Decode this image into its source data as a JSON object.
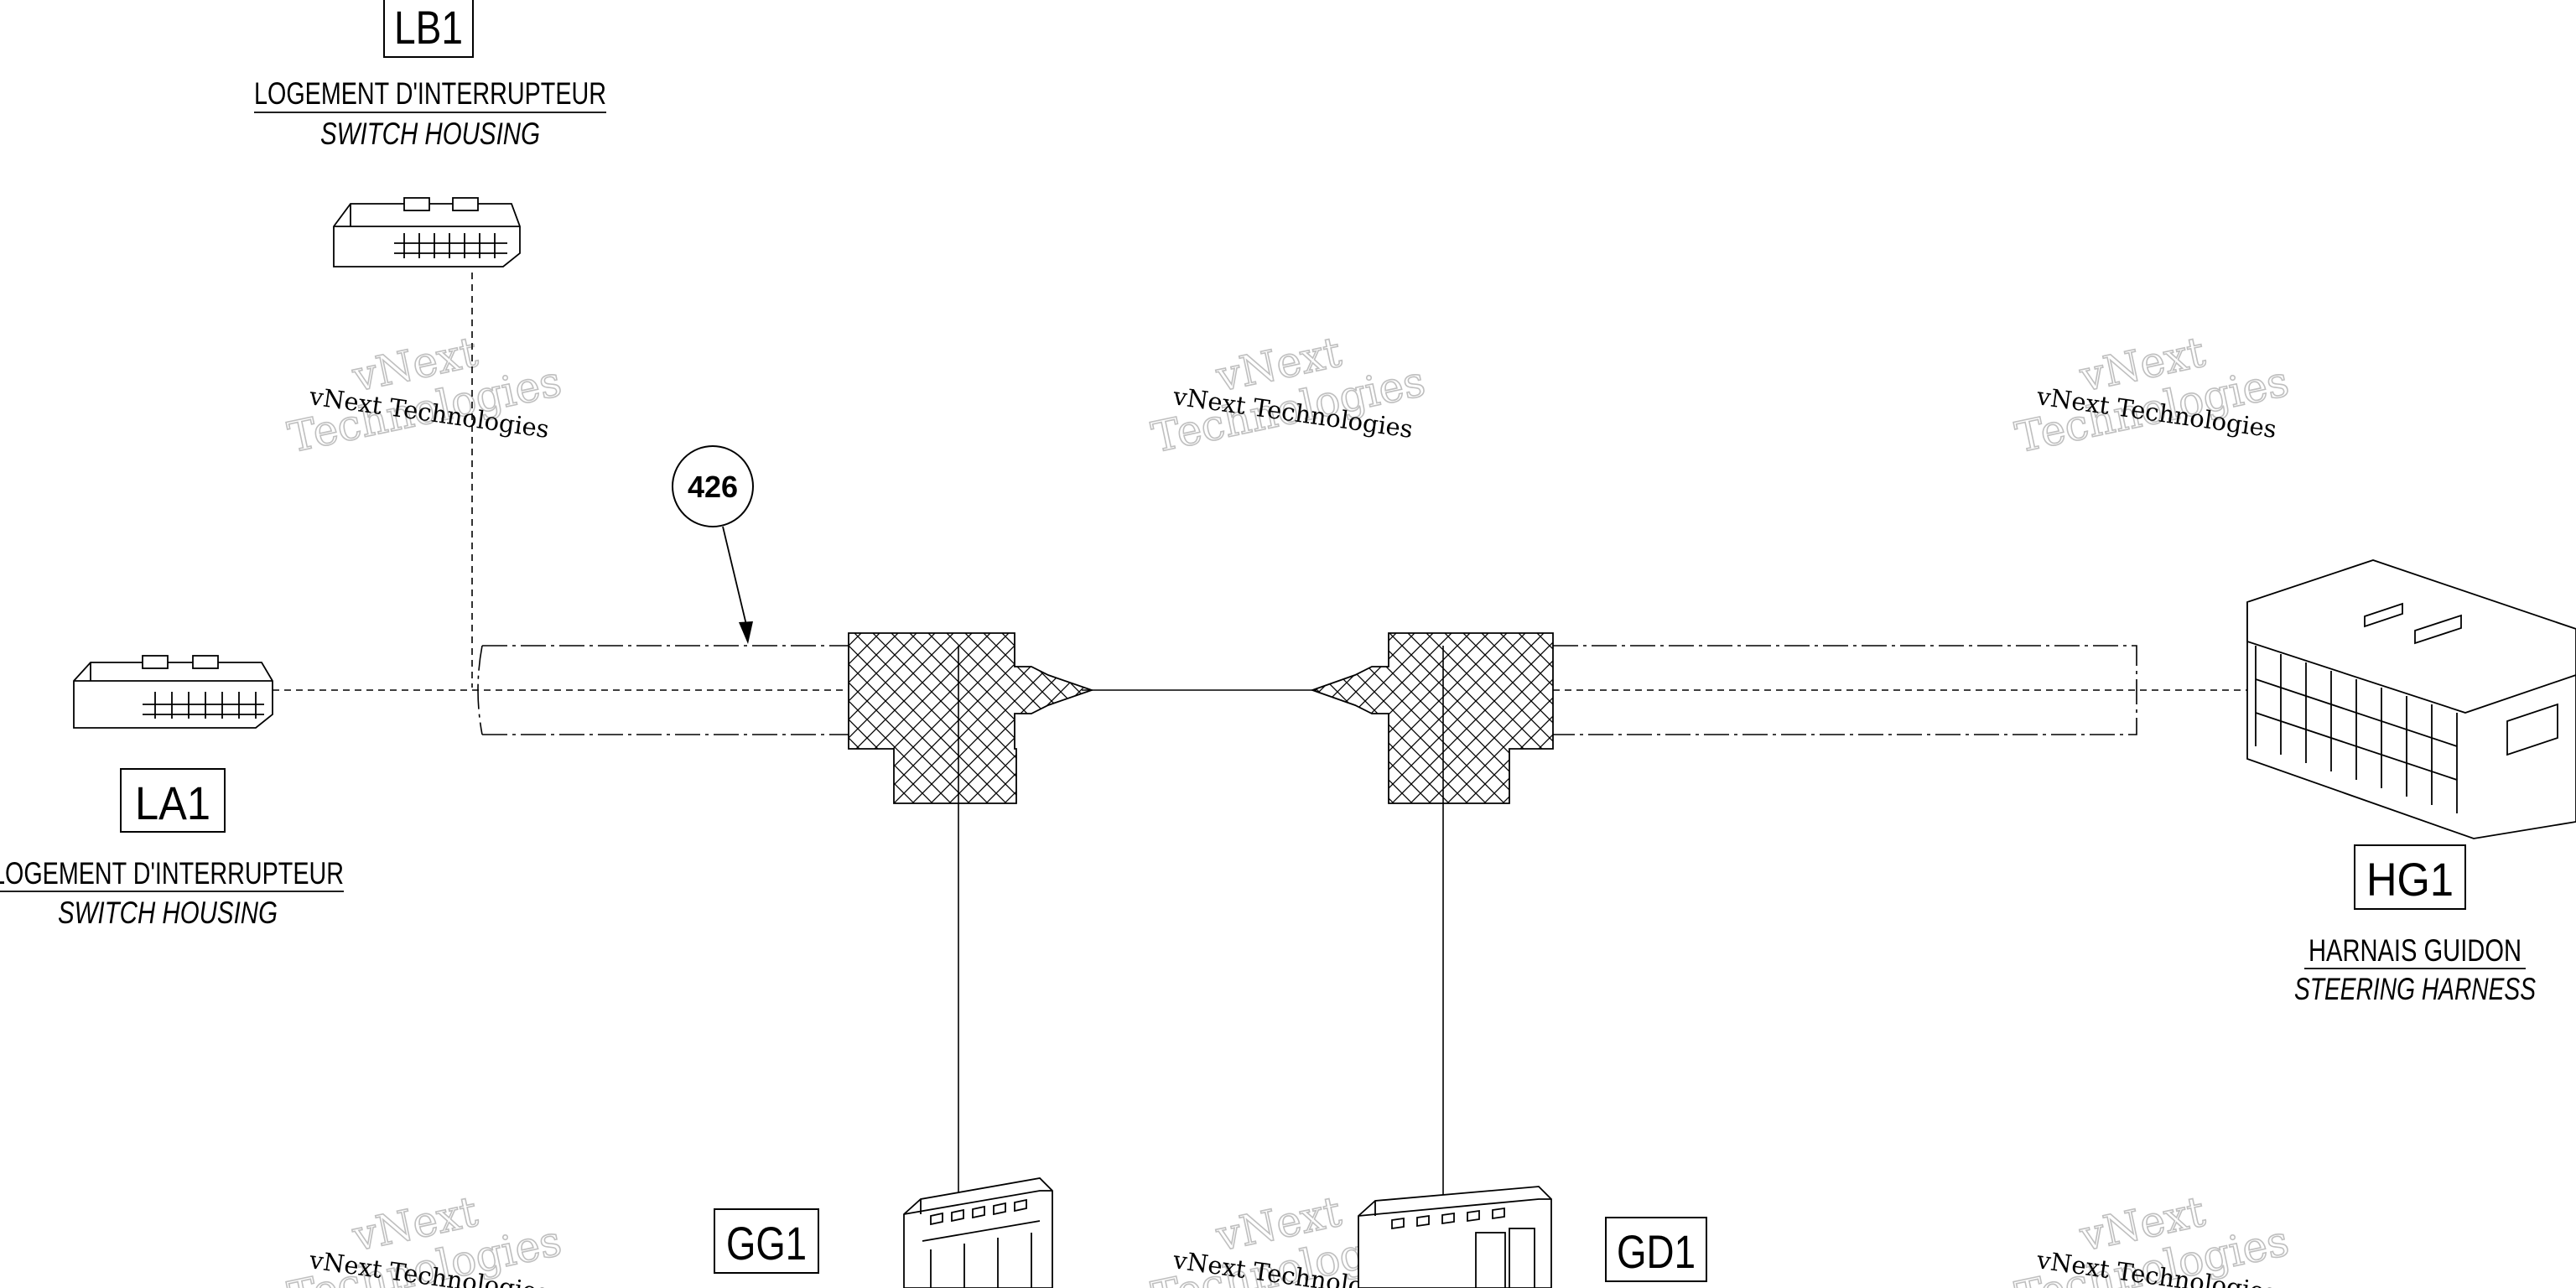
{
  "callout": {
    "number": "426"
  },
  "connectors": {
    "lb1": {
      "code": "LB1",
      "label_fr": "LOGEMENT D'INTERRUPTEUR",
      "label_en": "SWITCH HOUSING"
    },
    "la1": {
      "code": "LA1",
      "label_fr": "LOGEMENT D'INTERRUPTEUR",
      "label_en": "SWITCH HOUSING"
    },
    "hg1": {
      "code": "HG1",
      "label_fr": "HARNAIS GUIDON",
      "label_en": "STEERING HARNESS"
    },
    "gg1": {
      "code": "GG1"
    },
    "gd1": {
      "code": "GD1"
    }
  },
  "watermark": {
    "line1": "vNext Technologies",
    "line2": "vNext",
    "line3": "Technologies"
  }
}
